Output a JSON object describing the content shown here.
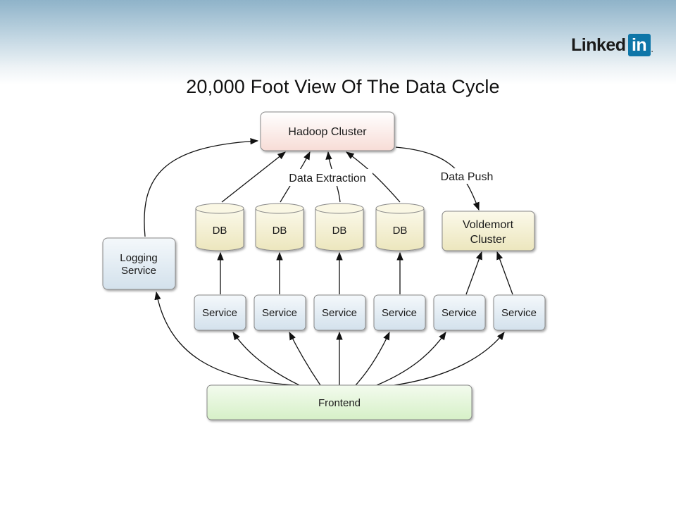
{
  "header": {
    "logo_word": "Linked",
    "logo_box": "in",
    "logo_dot": "."
  },
  "title": "20,000 Foot View Of The Data Cycle",
  "nodes": {
    "hadoop": "Hadoop Cluster",
    "voldemort_line1": "Voldemort",
    "voldemort_line2": "Cluster",
    "logging_line1": "Logging",
    "logging_line2": "Service",
    "frontend": "Frontend",
    "dbs": [
      "DB",
      "DB",
      "DB",
      "DB"
    ],
    "services": [
      "Service",
      "Service",
      "Service",
      "Service",
      "Service",
      "Service"
    ]
  },
  "edges": {
    "data_extraction": "Data Extraction",
    "data_push": "Data Push"
  },
  "colors": {
    "hadoop_fill": "#fbe9e7",
    "db_fill": "#f3f0d6",
    "service_fill": "#e3edf5",
    "frontend_fill": "#e6f7dc",
    "voldemort_fill": "#f3f0d6"
  },
  "icons": {
    "logo": "linkedin-logo"
  }
}
